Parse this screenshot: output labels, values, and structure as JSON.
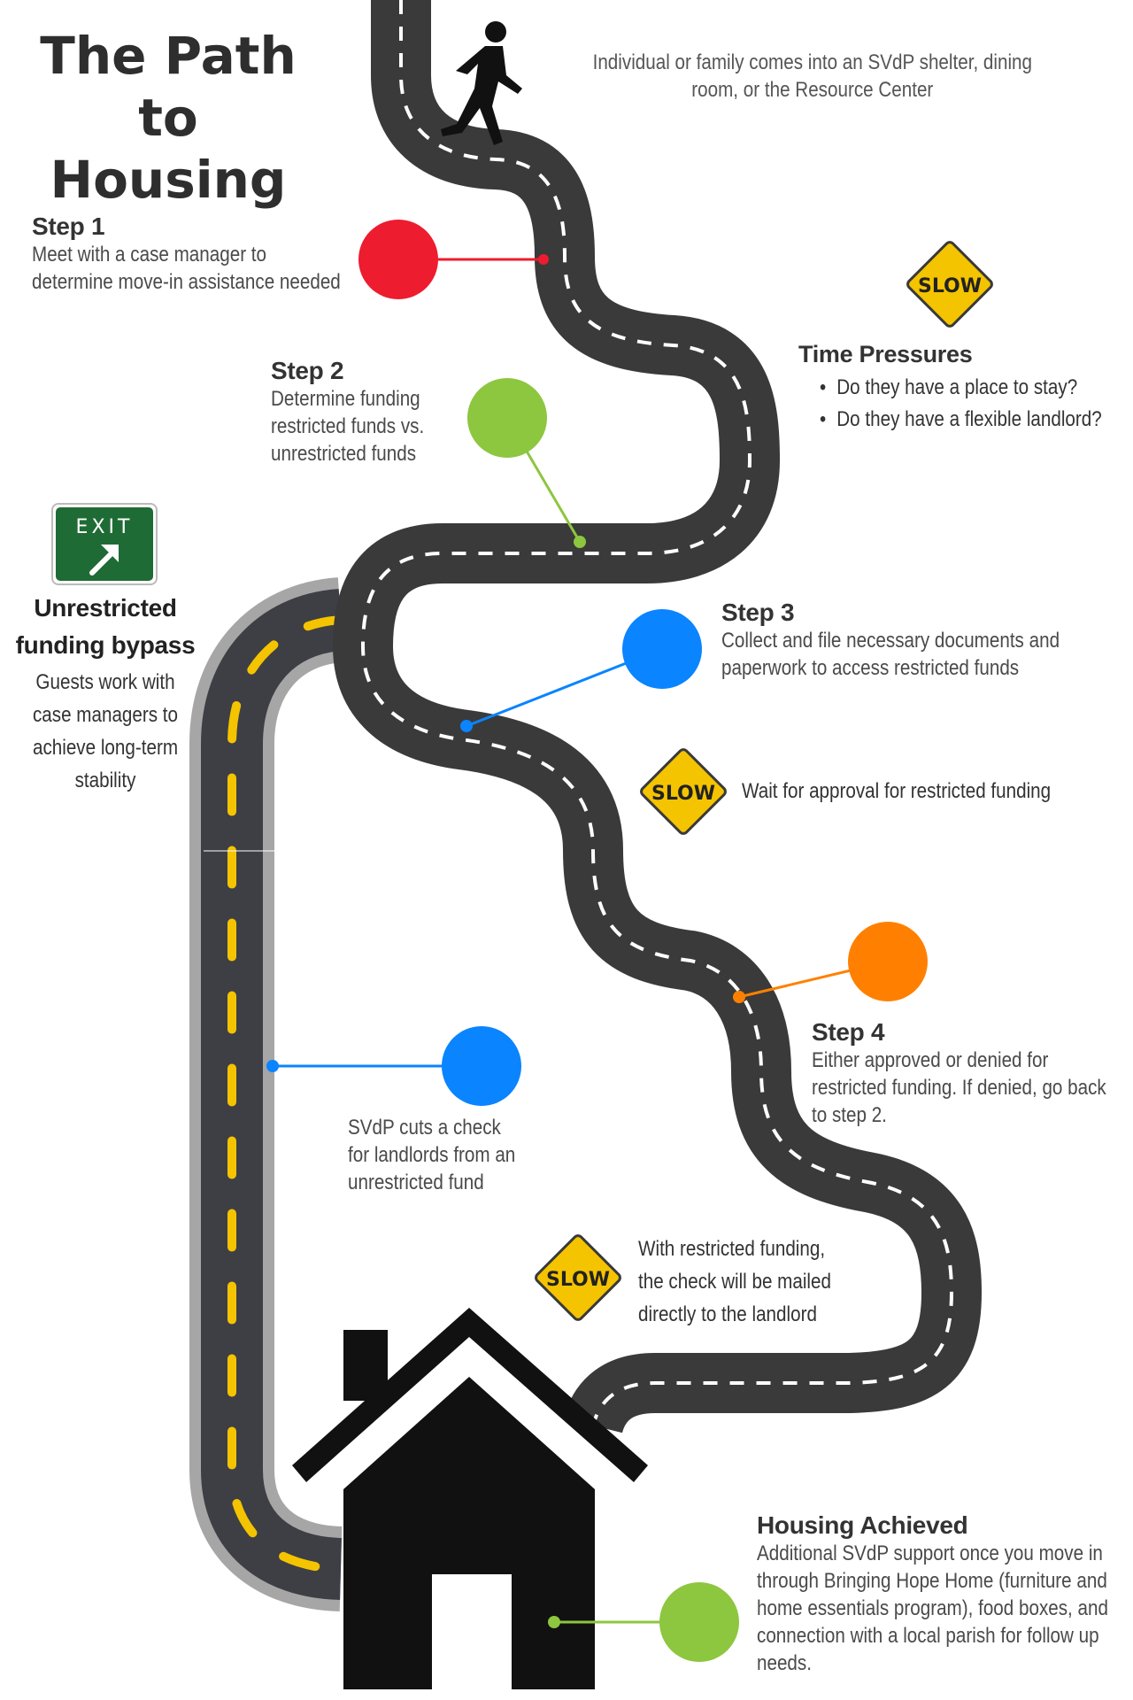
{
  "title": [
    "The Path to",
    "Housing"
  ],
  "intro": [
    "Individual or family comes into an SVdP shelter, dining",
    "room, or the Resource Center"
  ],
  "sign_slow": "SLOW",
  "sign_exit": "EXIT",
  "step1": {
    "heading": "Step 1",
    "lines": [
      "Meet with a case manager to",
      "determine move-in assistance needed"
    ]
  },
  "step2": {
    "heading": "Step 2",
    "lines": [
      "Determine funding",
      "restricted funds vs.",
      "unrestricted funds"
    ]
  },
  "time_pressures": {
    "heading": "Time Pressures",
    "items": [
      "Do they have a place to stay?",
      "Do they have a flexible landlord?"
    ]
  },
  "bypass": {
    "heading": [
      "Unrestricted",
      "funding bypass"
    ],
    "lines": [
      "Guests work with",
      "case managers to",
      "achieve long-term",
      "stability"
    ]
  },
  "step3": {
    "heading": "Step 3",
    "lines": [
      "Collect and file necessary documents and",
      "paperwork to access restricted funds"
    ]
  },
  "wait": "Wait for approval for restricted funding",
  "step4": {
    "heading": "Step 4",
    "lines": [
      "Either approved or denied for",
      "restricted funding. If denied, go back",
      "to step 2."
    ]
  },
  "svdp_check": [
    "SVdP cuts a check",
    "for landlords from an",
    "unrestricted fund"
  ],
  "mailed": [
    "With restricted funding,",
    "the check will be mailed",
    "directly to the landlord"
  ],
  "housing": {
    "heading": "Housing Achieved",
    "lines": [
      "Additional SVdP support once you move in",
      "through Bringing Hope Home (furniture and",
      "home essentials program), food boxes, and",
      "connection with a local parish for follow up",
      "needs."
    ]
  },
  "colors": {
    "road": "#3a3a3a",
    "bypass_road": "#3e3f45",
    "bypass_edge": "#a6a6a6",
    "dash_white": "#ffffff",
    "dash_yellow": "#f5c400",
    "red": "#ed1c2e",
    "green": "#8dc63f",
    "blue": "#0a84ff",
    "orange": "#ff8000",
    "slow_sign": "#f5c400",
    "exit_sign": "#1f6b35"
  },
  "icons": [
    "walking-person-icon",
    "house-icon",
    "slow-sign-icon",
    "exit-sign-icon"
  ]
}
